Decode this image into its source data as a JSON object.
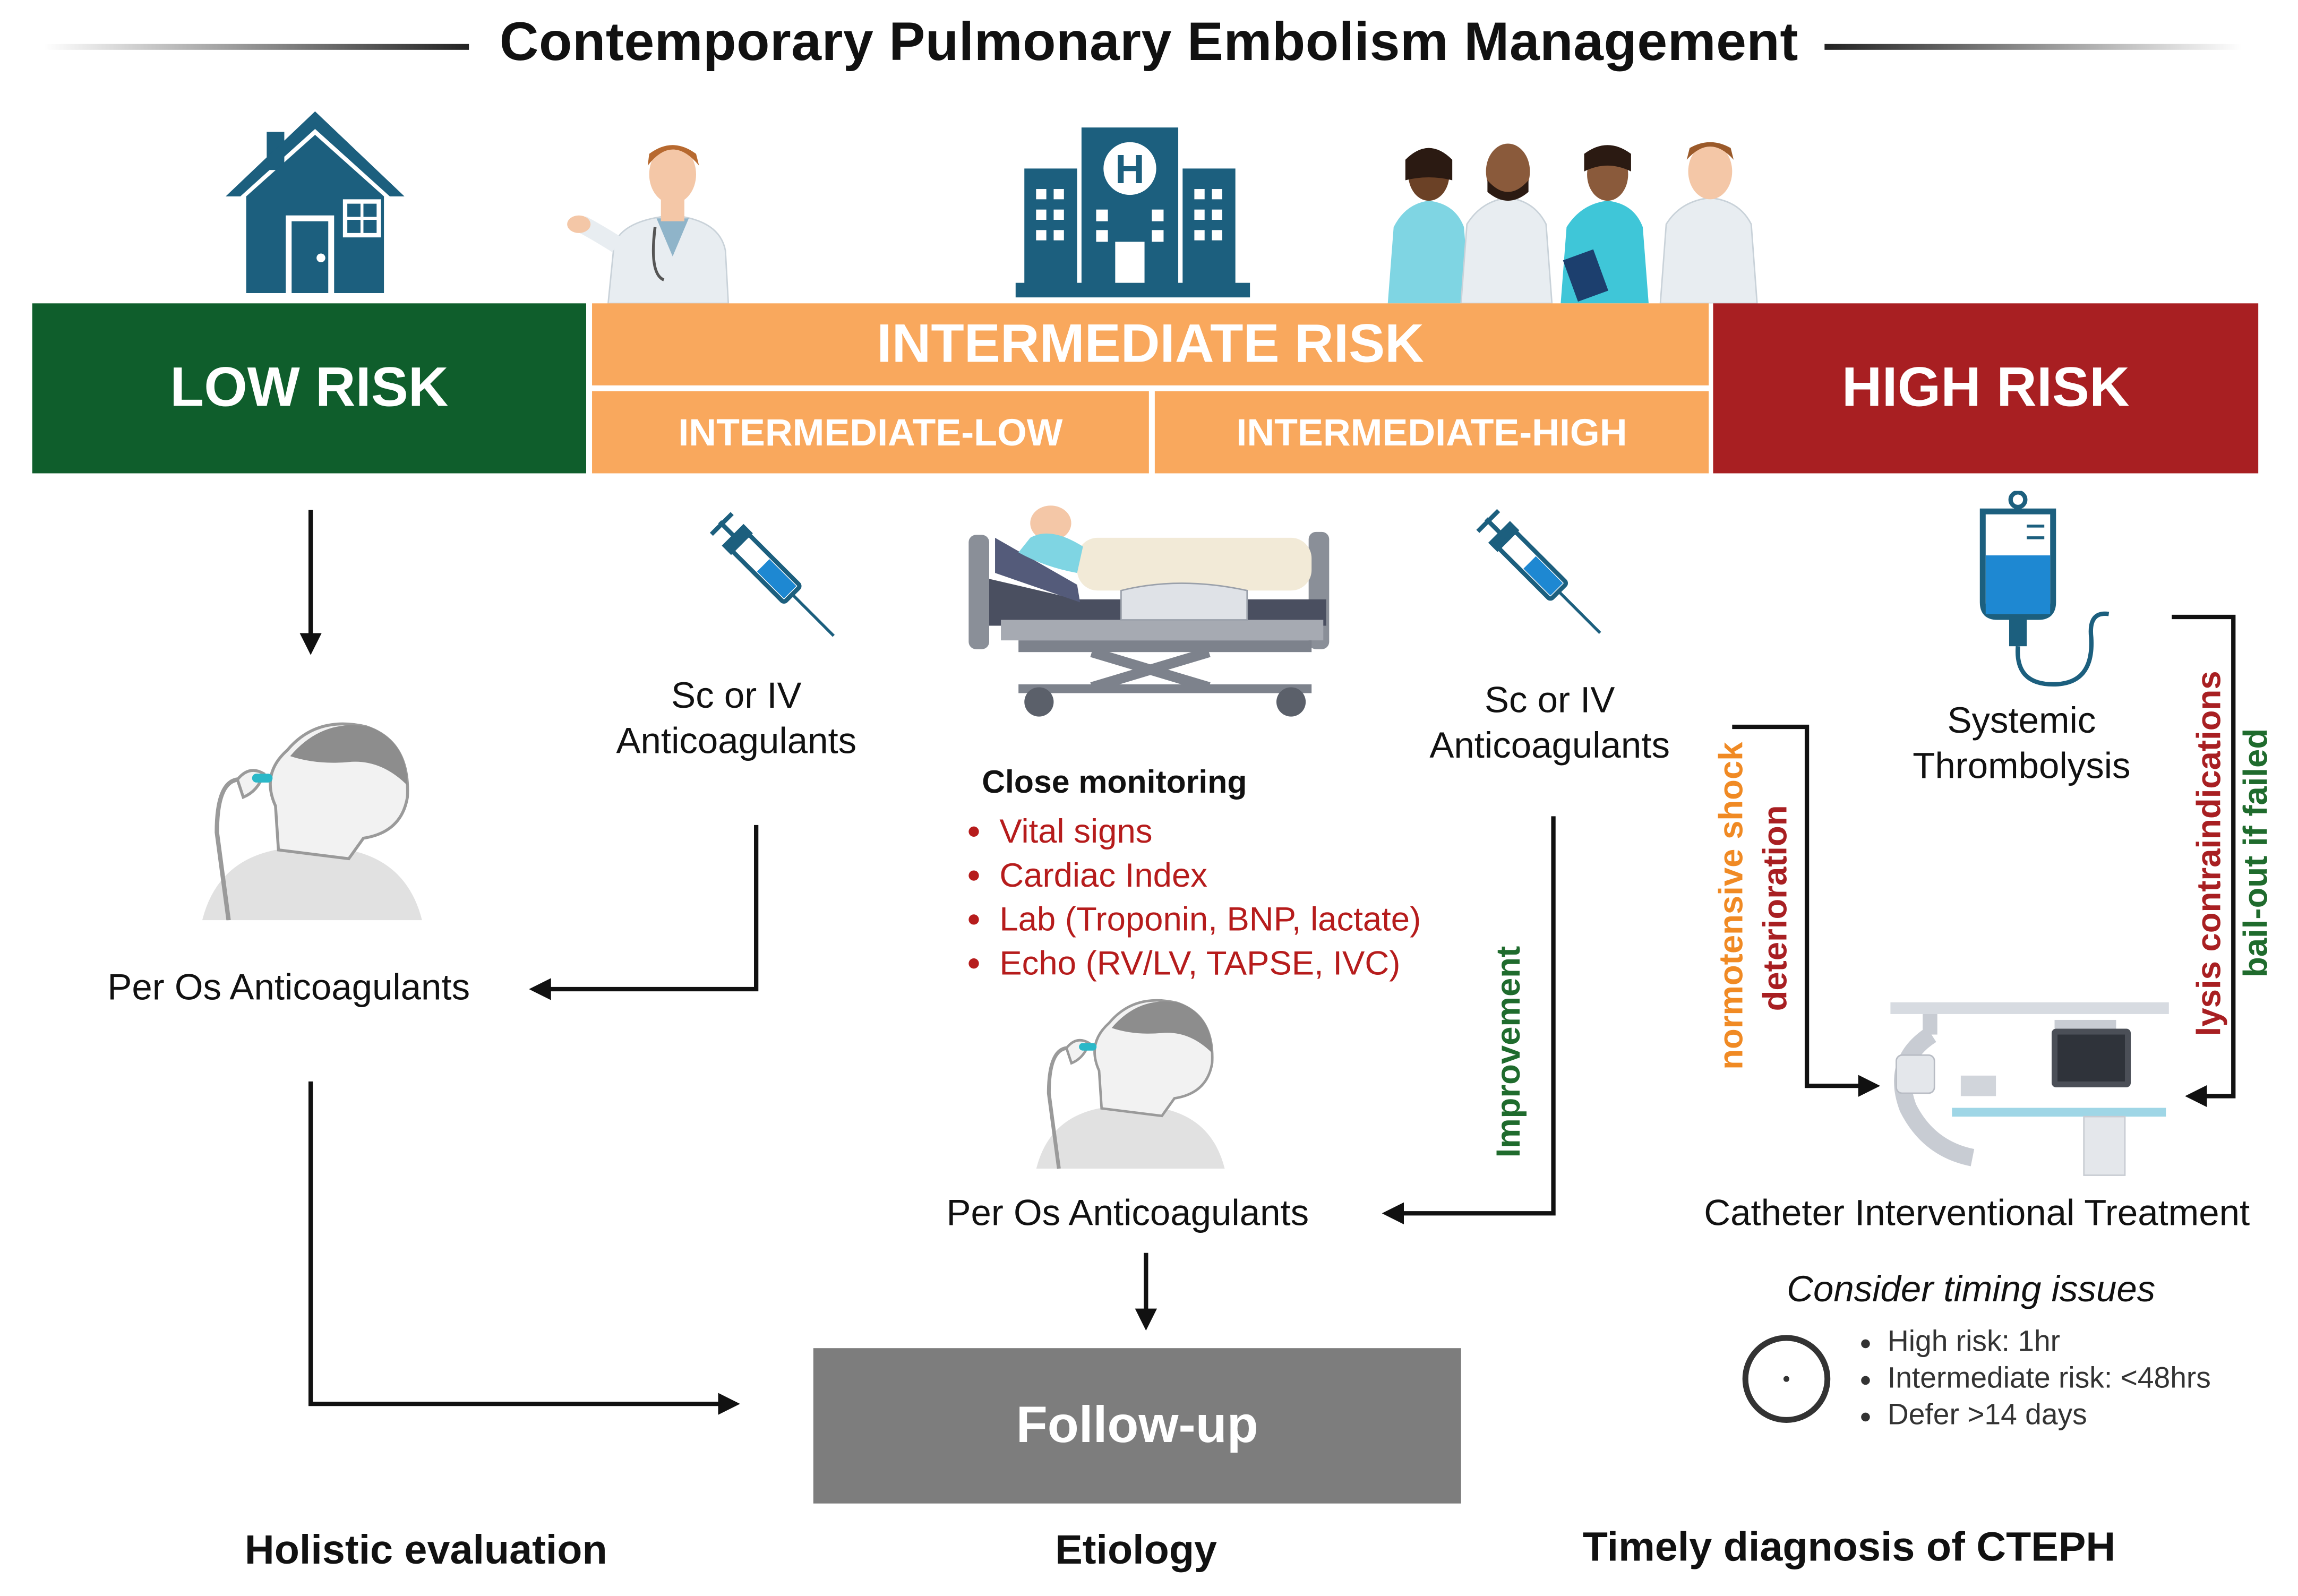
{
  "title": "Contemporary Pulmonary Embolism Management",
  "risk": {
    "low": "LOW RISK",
    "intermediate": "INTERMEDIATE RISK",
    "intermediate_low": "INTERMEDIATE-LOW",
    "intermediate_high": "INTERMEDIATE-HIGH",
    "high": "HIGH RISK"
  },
  "treatments": {
    "sc_iv_line1": "Sc or IV",
    "sc_iv_line2": "Anticoagulants",
    "per_os": "Per Os Anticoagulants",
    "systemic_line1": "Systemic",
    "systemic_line2": "Thrombolysis",
    "catheter": "Catheter Interventional Treatment",
    "followup": "Follow-up"
  },
  "monitoring": {
    "title": "Close monitoring",
    "items": [
      "Vital signs",
      "Cardiac Index",
      "Lab (Troponin, BNP, lactate)",
      "Echo (RV/LV, TAPSE, IVC)"
    ]
  },
  "arrows": {
    "improvement": "Improvement",
    "normotensive_shock": "normotensive shock",
    "deterioration": "deterioration",
    "lysis_contra": "lysis contraindications",
    "bailout": "bail-out if failed"
  },
  "timing": {
    "title": "Consider timing issues",
    "items": [
      "High risk: 1hr",
      "Intermediate risk: <48hrs",
      "Defer >14 days"
    ]
  },
  "footer": {
    "holistic": "Holistic evaluation",
    "etiology": "Etiology",
    "cteph": "Timely diagnosis of CTEPH"
  },
  "colors": {
    "low": "#0f5e2c",
    "intermediate": "#f9a85d",
    "high": "#a81f22",
    "followup": "#7d7d7d",
    "red_text": "#b61c1c",
    "green_text": "#1f6b2d",
    "orange_text": "#f08a24",
    "icon_blue": "#1c5f7e"
  },
  "icons": [
    "house-icon",
    "doctor-icon",
    "hospital-icon",
    "medical-team-icon",
    "syringe-icon",
    "hospital-bed-icon",
    "patient-taking-pill-icon",
    "iv-bag-icon",
    "cath-lab-icon",
    "clock-icon"
  ]
}
